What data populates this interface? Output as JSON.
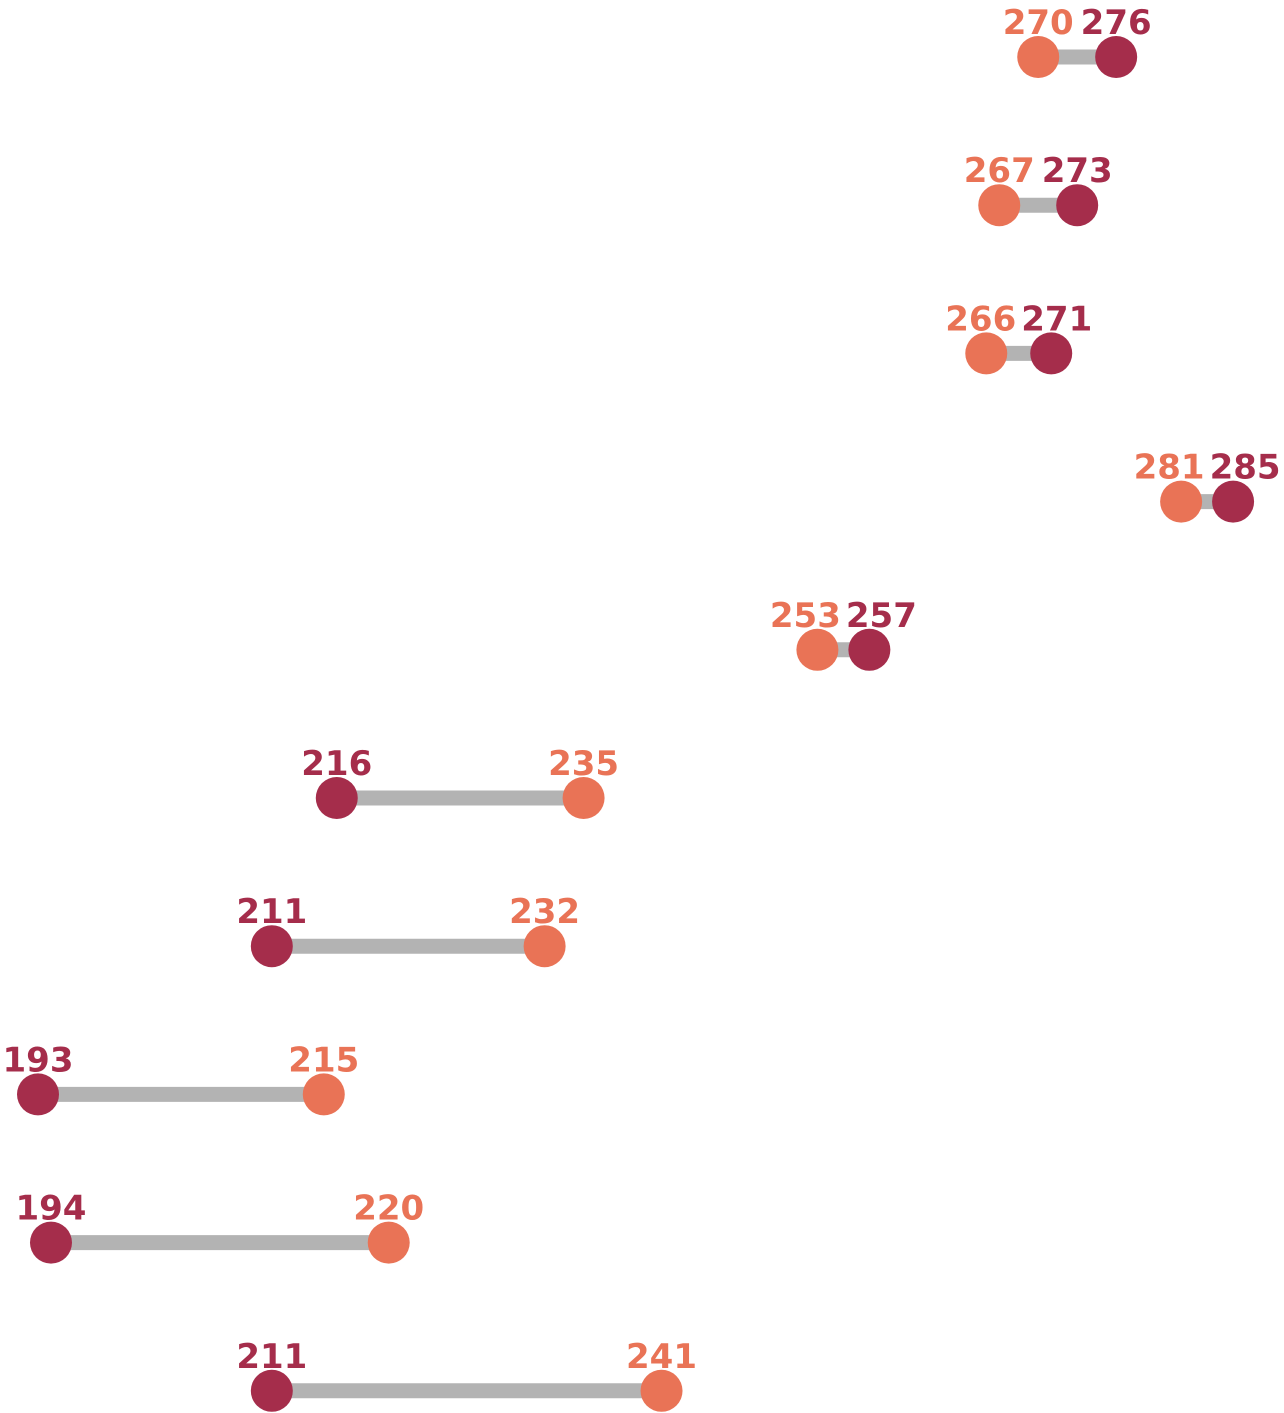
{
  "chart_data": {
    "type": "dumbbell",
    "series": [
      {
        "key": "series-a",
        "color": "#A52D4B"
      },
      {
        "key": "series-b",
        "color": "#E97356"
      }
    ],
    "rows": [
      {
        "a": 276,
        "b": 270
      },
      {
        "a": 273,
        "b": 267
      },
      {
        "a": 271,
        "b": 266
      },
      {
        "a": 285,
        "b": 281
      },
      {
        "a": 257,
        "b": 253
      },
      {
        "a": 216,
        "b": 235
      },
      {
        "a": 211,
        "b": 232
      },
      {
        "a": 193,
        "b": 215
      },
      {
        "a": 194,
        "b": 220
      },
      {
        "a": 211,
        "b": 241
      }
    ],
    "connector_color": "#B3B3B3",
    "grid": false,
    "legend": "none"
  }
}
